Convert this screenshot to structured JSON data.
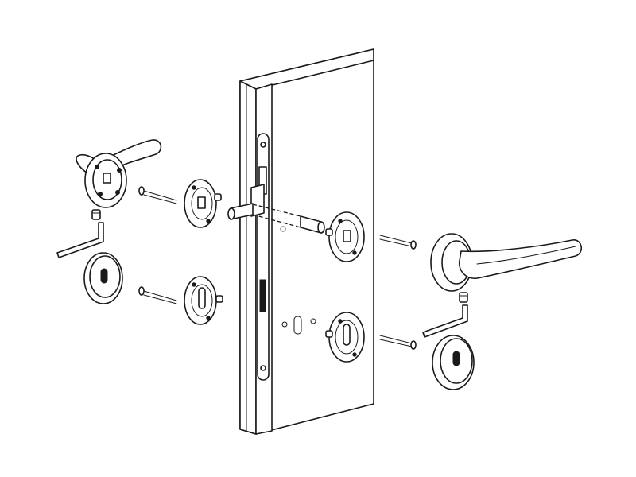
{
  "diagram": {
    "type": "exploded-assembly",
    "stroke_color": "#1a1a1a",
    "background_color": "#ffffff",
    "parts": [
      {
        "name": "door-leaf"
      },
      {
        "name": "mortice-lock"
      },
      {
        "name": "lever-handle-left"
      },
      {
        "name": "lever-handle-right"
      },
      {
        "name": "escutcheon-cover-left"
      },
      {
        "name": "escutcheon-cover-right"
      },
      {
        "name": "rose-backplate"
      },
      {
        "name": "fixing-screw"
      },
      {
        "name": "spindle"
      },
      {
        "name": "grub-screw"
      },
      {
        "name": "allen-key"
      }
    ]
  }
}
